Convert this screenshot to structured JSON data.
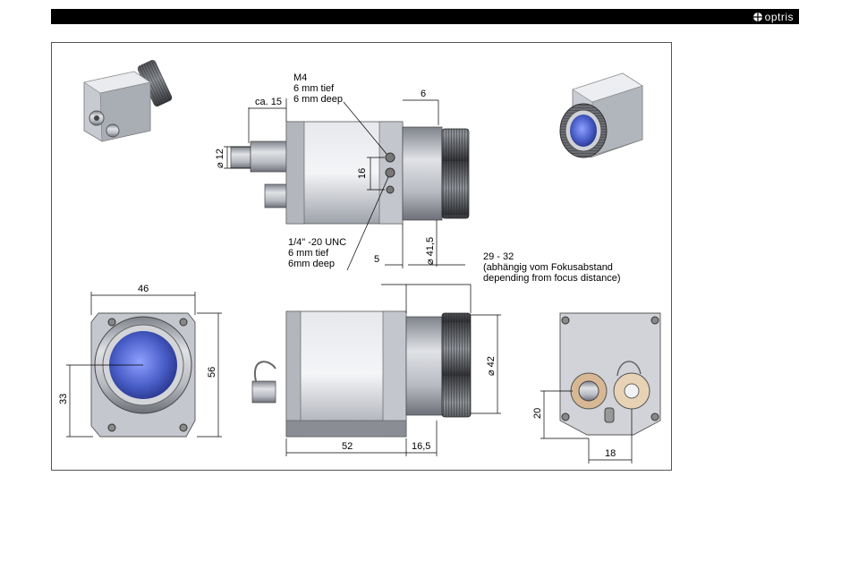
{
  "header": {
    "logo_text": "optris"
  },
  "annotations": {
    "m4": "M4",
    "m4_depth_de": "6 mm tief",
    "m4_depth_en": "6 mm deep",
    "unc": "1/4\" -20 UNC",
    "unc_depth_de": "6 mm tief",
    "unc_depth_en": "6mm deep",
    "focus_range": "29 - 32",
    "focus_de": "(abhängig vom Fokusabstand",
    "focus_en": "depending from focus distance)"
  },
  "dimensions": {
    "cable_offset": "ca. 15",
    "connector_dia": "⌀ 12",
    "thread_spacing": "16",
    "lens_front": "6",
    "lens_offset": "5",
    "lens_dia": "⌀ 41,5",
    "front_width": "46",
    "front_height": "56",
    "front_center": "33",
    "body_length": "52",
    "lens_length": "16,5",
    "side_lens_dia": "⌀ 42",
    "rear_height": "20",
    "rear_width": "18"
  },
  "colors": {
    "lens": "#4a5fc9",
    "body": "#d8dbe0",
    "metal": "#a8abb2"
  }
}
